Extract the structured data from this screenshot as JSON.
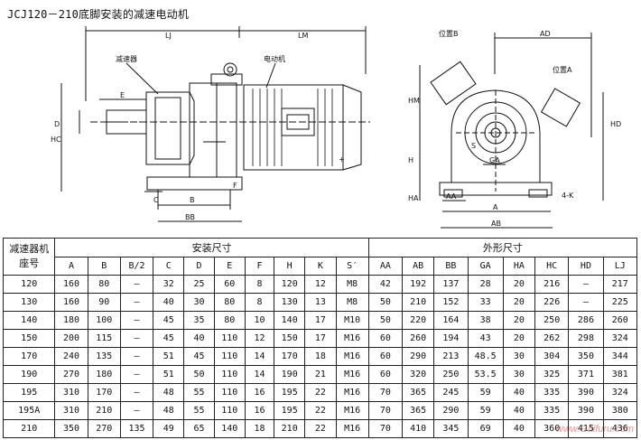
{
  "title": "JCJ120－210底脚安装的减速电动机",
  "drawing": {
    "labels": {
      "reducer": "减速器",
      "motor": "电动机",
      "position_b": "位置B",
      "position_a": "位置A",
      "lj": "LJ",
      "lm": "LM",
      "ad": "AD",
      "e": "E",
      "d": "D",
      "hc": "HC",
      "c": "C",
      "b": "B",
      "bb": "BB",
      "f": "F",
      "hm": "HM",
      "h": "H",
      "hd": "HD",
      "ha": "HA",
      "aa": "AA",
      "a": "A",
      "ab": "AB",
      "ga": "GA",
      "s": "S",
      "four_k": "4-K",
      "plus": "+"
    }
  },
  "table": {
    "corner_header": [
      "减速器机",
      "座号"
    ],
    "group_install": "安装尺寸",
    "group_outline": "外形尺寸",
    "columns": [
      "A",
      "B",
      "B/2",
      "C",
      "D",
      "E",
      "F",
      "H",
      "K",
      "S′",
      "AA",
      "AB",
      "BB",
      "GA",
      "HA",
      "HC",
      "HD",
      "LJ"
    ],
    "rows": [
      [
        "120",
        "160",
        "80",
        "—",
        "32",
        "25",
        "60",
        "8",
        "120",
        "12",
        "M8",
        "42",
        "192",
        "137",
        "28",
        "20",
        "216",
        "—",
        "217"
      ],
      [
        "130",
        "160",
        "90",
        "—",
        "40",
        "30",
        "80",
        "8",
        "130",
        "13",
        "M8",
        "50",
        "210",
        "152",
        "33",
        "20",
        "226",
        "—",
        "225"
      ],
      [
        "140",
        "180",
        "100",
        "—",
        "45",
        "35",
        "80",
        "10",
        "140",
        "17",
        "M10",
        "50",
        "220",
        "164",
        "38",
        "20",
        "250",
        "286",
        "260"
      ],
      [
        "150",
        "200",
        "115",
        "—",
        "45",
        "40",
        "110",
        "12",
        "150",
        "17",
        "M16",
        "60",
        "260",
        "194",
        "43",
        "20",
        "262",
        "298",
        "324"
      ],
      [
        "170",
        "240",
        "135",
        "—",
        "51",
        "45",
        "110",
        "14",
        "170",
        "18",
        "M16",
        "60",
        "290",
        "213",
        "48.5",
        "30",
        "304",
        "350",
        "344"
      ],
      [
        "190",
        "270",
        "180",
        "—",
        "51",
        "50",
        "110",
        "14",
        "190",
        "21",
        "M16",
        "60",
        "320",
        "250",
        "53.5",
        "30",
        "325",
        "371",
        "381"
      ],
      [
        "195",
        "310",
        "170",
        "—",
        "48",
        "55",
        "110",
        "16",
        "195",
        "22",
        "M16",
        "70",
        "365",
        "245",
        "59",
        "40",
        "335",
        "390",
        "324"
      ],
      [
        "195A",
        "310",
        "210",
        "—",
        "48",
        "55",
        "110",
        "16",
        "195",
        "22",
        "M16",
        "70",
        "365",
        "290",
        "59",
        "40",
        "335",
        "390",
        "380"
      ],
      [
        "210",
        "350",
        "270",
        "135",
        "49",
        "65",
        "140",
        "18",
        "210",
        "22",
        "M16",
        "70",
        "410",
        "345",
        "69",
        "40",
        "360",
        "415",
        "436"
      ]
    ]
  },
  "watermark": "www.Gaifuru.com"
}
